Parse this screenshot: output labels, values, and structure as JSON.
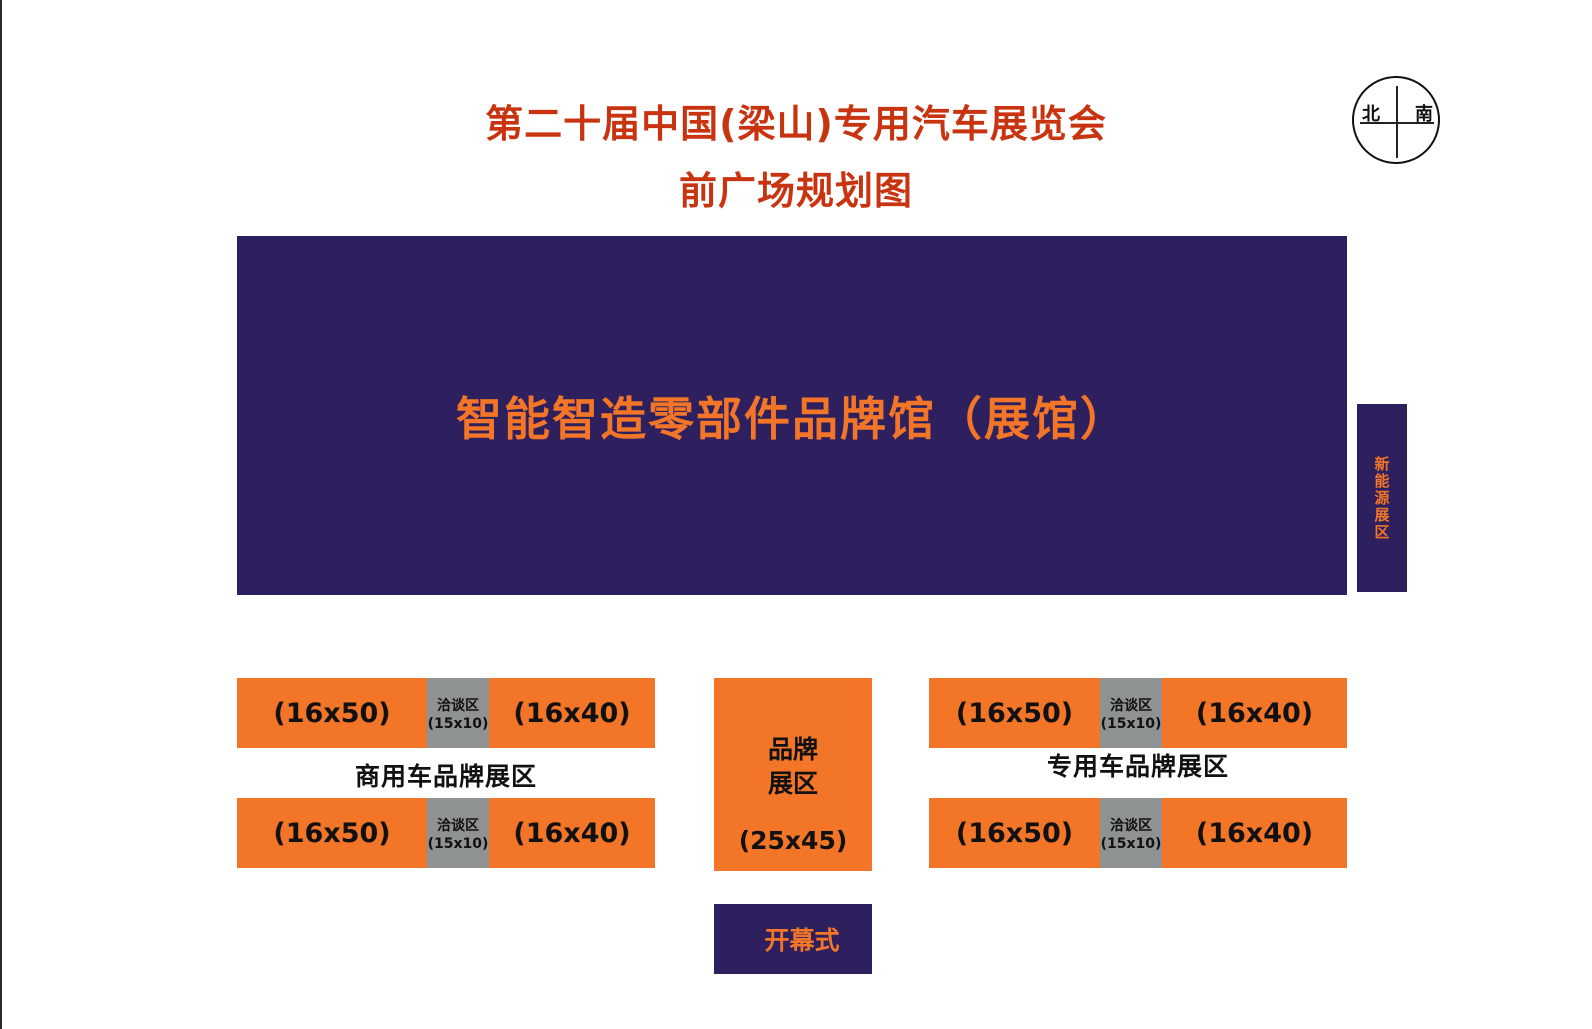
{
  "title": {
    "line1": "第二十届中国(梁山)专用汽车展览会",
    "line2": "前广场规划图"
  },
  "compass": {
    "north": "北",
    "south": "南"
  },
  "main_hall": {
    "label": "智能智造零部件品牌馆（展馆）"
  },
  "new_energy_zone": {
    "label": "新能源展区"
  },
  "commercial_zone": {
    "label": "商用车品牌展区",
    "rows": [
      {
        "left": "(16x50)",
        "negotiation": "洽谈区",
        "negotiation_size": "(15x10)",
        "right": "(16x40)"
      },
      {
        "left": "(16x50)",
        "negotiation": "洽谈区",
        "negotiation_size": "(15x10)",
        "right": "(16x40)"
      }
    ]
  },
  "brand_zone": {
    "label_line1": "品牌",
    "label_line2": "展区",
    "size": "(25x45)"
  },
  "special_zone": {
    "label": "专用车品牌展区",
    "rows": [
      {
        "left": "(16x50)",
        "negotiation": "洽谈区",
        "negotiation_size": "(15x10)",
        "right": "(16x40)"
      },
      {
        "left": "(16x50)",
        "negotiation": "洽谈区",
        "negotiation_size": "(15x10)",
        "right": "(16x40)"
      }
    ]
  },
  "opening_ceremony": {
    "label": "开幕式"
  },
  "colors": {
    "navy": "#2e205e",
    "orange": "#f27528",
    "gray": "#8e9292",
    "title_red": "#c8340f"
  }
}
